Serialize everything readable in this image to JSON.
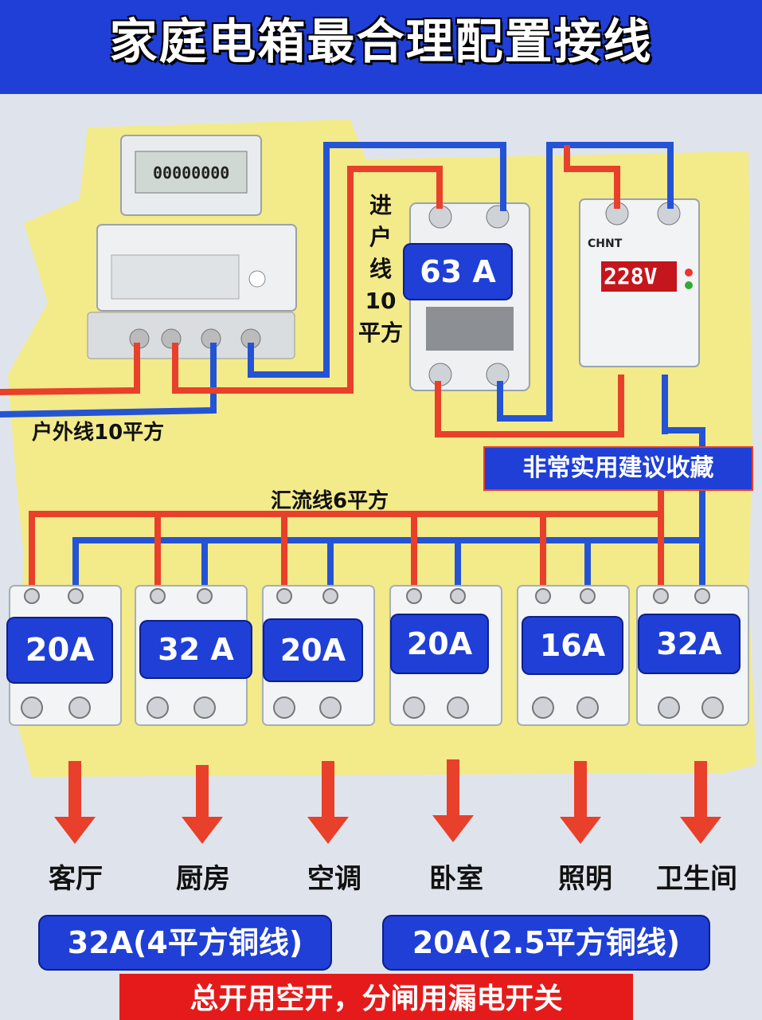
{
  "title": "家庭电箱最合理配置接线",
  "meter": {
    "reading": "00000000"
  },
  "spd": {
    "brand": "CHNT",
    "voltage": "228V"
  },
  "main_breaker": {
    "rating": "63 A"
  },
  "incoming_label": [
    "进",
    "户",
    "线",
    "10",
    "平方"
  ],
  "outdoor_label": "户外线10平方",
  "save_tip": "非常实用建议收藏",
  "busbar_label": "汇流线6平方",
  "branches": [
    {
      "rating": "20A",
      "room": "客厅"
    },
    {
      "rating": "32 A",
      "room": "厨房"
    },
    {
      "rating": "20A",
      "room": "空调"
    },
    {
      "rating": "20A",
      "room": "卧室"
    },
    {
      "rating": "16A",
      "room": "照明"
    },
    {
      "rating": "32A",
      "room": "卫生间"
    }
  ],
  "notes": {
    "left": "32A(4平方铜线)",
    "right": "20A(2.5平方铜线)"
  },
  "footer": "总开用空开，分闸用漏电开关",
  "colors": {
    "live": "#e8402a",
    "neutral": "#2453d4",
    "panel": "#f3ea8a",
    "accent": "#1f3fd6",
    "footer": "#e51b1b"
  }
}
